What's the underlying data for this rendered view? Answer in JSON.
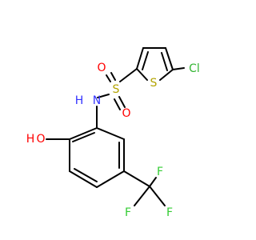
{
  "molecule": {
    "atoms": {
      "cl": {
        "text": "Cl",
        "color": "#33b533"
      },
      "s_thiophene": {
        "text": "S",
        "color": "#b3a300"
      },
      "s_sulfonyl": {
        "text": "S",
        "color": "#b3a300"
      },
      "o_sulfonyl_top": {
        "text": "O",
        "color": "#ff0000"
      },
      "o_sulfonyl_bottom": {
        "text": "O",
        "color": "#ff0000"
      },
      "n": {
        "text": "N",
        "color": "#3333ff"
      },
      "h_amine": {
        "text": "H",
        "color": "#3333ff"
      },
      "o_hydroxyl": {
        "text": "O",
        "color": "#ff0000"
      },
      "h_hydroxyl": {
        "text": "H",
        "color": "#ff0000"
      },
      "f_top": {
        "text": "F",
        "color": "#33cc33"
      },
      "f_left": {
        "text": "F",
        "color": "#33cc33"
      },
      "f_right": {
        "text": "F",
        "color": "#33cc33"
      }
    }
  }
}
